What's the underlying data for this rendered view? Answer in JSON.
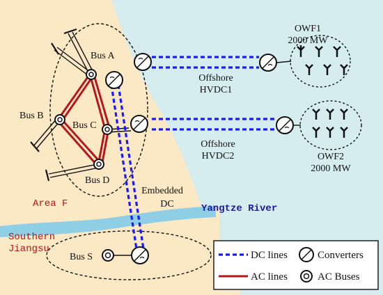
{
  "labels": {
    "owf1_name": "OWF1",
    "owf1_capacity": "2000 MW",
    "owf2_name": "OWF2",
    "owf2_capacity": "2000 MW",
    "bus_a": "Bus A",
    "bus_b": "Bus B",
    "bus_c": "Bus C",
    "bus_d": "Bus D",
    "bus_s": "Bus S",
    "hvdc1_line1": "Offshore",
    "hvdc1_line2": "HVDC1",
    "hvdc2_line1": "Offshore",
    "hvdc2_line2": "HVDC2",
    "embedded_line1": "Embedded",
    "embedded_line2": "DC",
    "area_f": "Area F",
    "yangtze": "Yangtze River",
    "southern_line1": "Southern",
    "southern_line2": "Jiangsu"
  },
  "legend": {
    "dc_lines": "DC lines",
    "converters": "Converters",
    "ac_lines": "AC lines",
    "ac_buses": "AC Buses"
  },
  "colors": {
    "land": "#fbe8c4",
    "sea": "#d6edf0",
    "river": "#8ecfe6",
    "dc_line": "#1a1aff",
    "ac_line": "#b5171a",
    "area_label": "#b5171a",
    "river_label": "#1b1b9c"
  }
}
